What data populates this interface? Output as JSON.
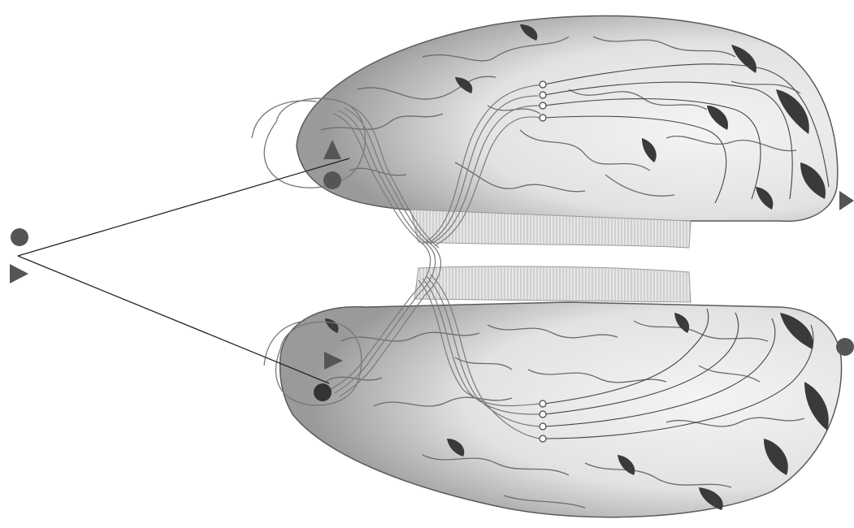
{
  "diagram": {
    "colors": {
      "background": "#ffffff",
      "brain_fill": "#eeeeee",
      "brain_shadow": "#3a3a3a",
      "gyrus_line": "#6b6b6b",
      "fiber": "#7a7a7a",
      "ray": "#222222",
      "marker_dot": "#555555",
      "marker_triangle": "#555555",
      "callosum": "#c9c9c9"
    },
    "markers": {
      "object": [
        "dot",
        "triangle"
      ],
      "left_eye": [
        "triangle-up",
        "dot"
      ],
      "right_eye": [
        "triangle-right",
        "dot"
      ],
      "right_occipital": "triangle-right",
      "lower_occipital": "dot"
    }
  }
}
